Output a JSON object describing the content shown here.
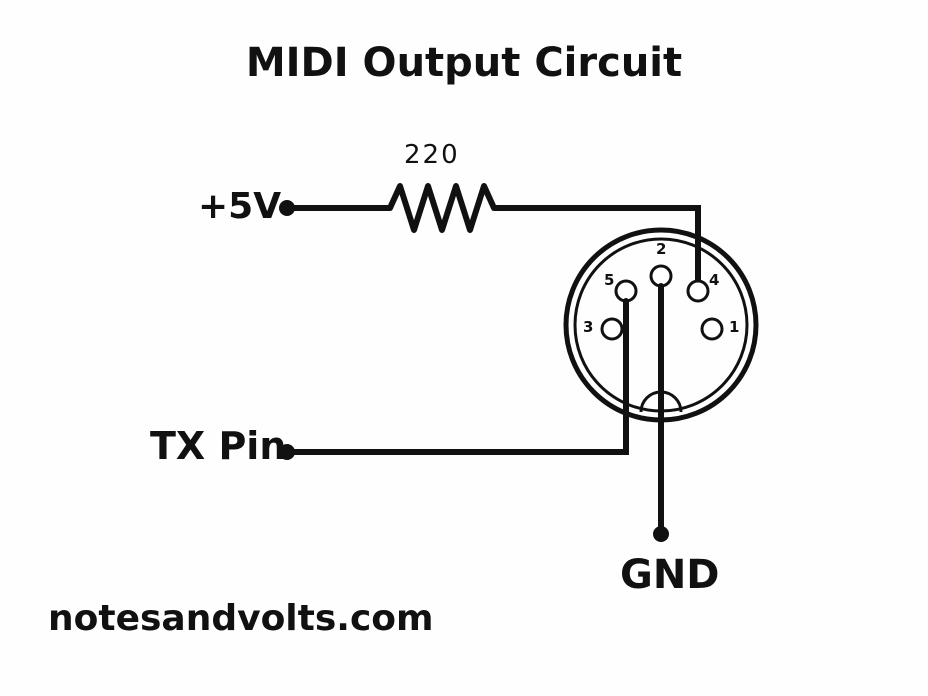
{
  "diagram": {
    "title": "MIDI Output Circuit",
    "terminals": {
      "plus5v": "+5V",
      "tx": "TX Pin",
      "gnd": "GND"
    },
    "resistor": {
      "value": "220"
    },
    "connector": {
      "pins": {
        "p1": "1",
        "p2": "2",
        "p3": "3",
        "p4": "4",
        "p5": "5"
      }
    },
    "credit": "notesandvolts.com"
  }
}
